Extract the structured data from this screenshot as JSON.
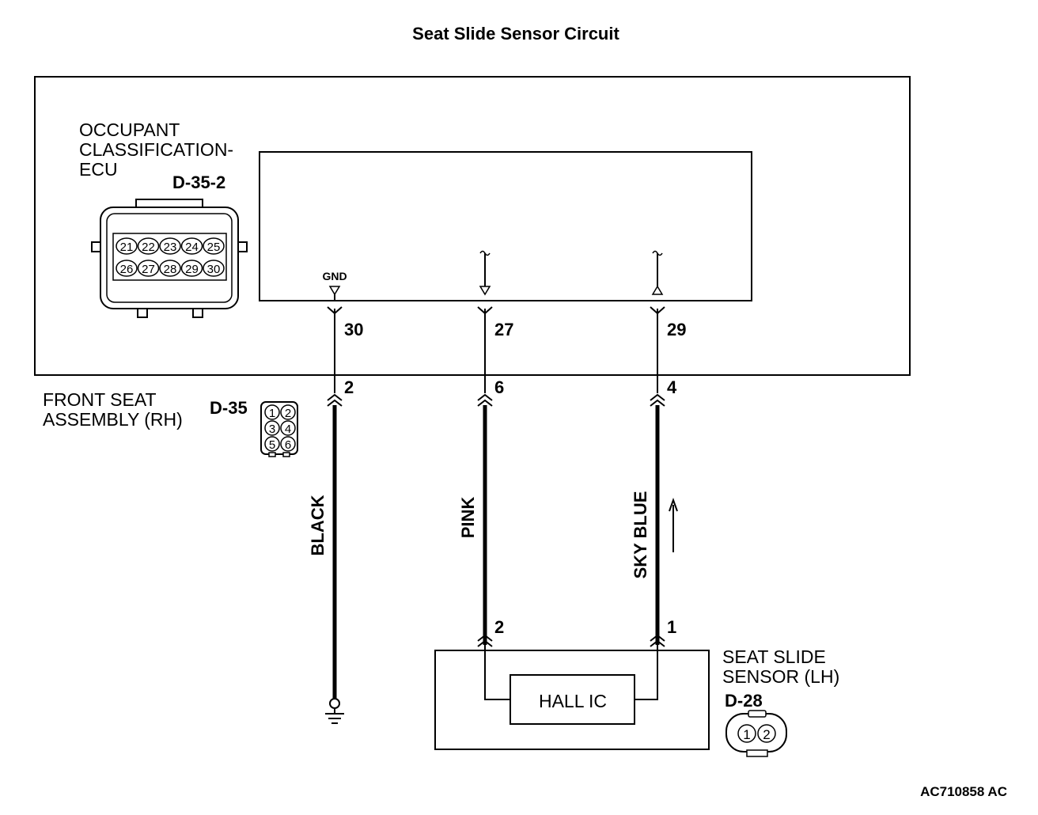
{
  "title": "Seat Slide Sensor Circuit",
  "ecu": {
    "name_lines": [
      "OCCUPANT",
      "CLASSIFICATION-",
      "ECU"
    ],
    "connector_id": "D-35-2",
    "connector_pins_top": [
      "21",
      "22",
      "23",
      "24",
      "25"
    ],
    "connector_pins_bottom": [
      "26",
      "27",
      "28",
      "29",
      "30"
    ],
    "gnd_label": "GND"
  },
  "front_seat": {
    "name_lines": [
      "FRONT SEAT",
      "ASSEMBLY (RH)"
    ],
    "connector_id": "D-35",
    "connector_pins": [
      [
        "1",
        "2"
      ],
      [
        "3",
        "4"
      ],
      [
        "5",
        "6"
      ]
    ]
  },
  "wires": [
    {
      "ecu_pin": "30",
      "seat_pin": "2",
      "color": "BLACK",
      "sensor_pin": ""
    },
    {
      "ecu_pin": "27",
      "seat_pin": "6",
      "color": "PINK",
      "sensor_pin": "2"
    },
    {
      "ecu_pin": "29",
      "seat_pin": "4",
      "color": "SKY BLUE",
      "sensor_pin": "1"
    }
  ],
  "sensor": {
    "name_lines": [
      "SEAT SLIDE",
      "SENSOR (LH)"
    ],
    "connector_id": "D-28",
    "connector_pins": [
      "1",
      "2"
    ],
    "inner_label": "HALL IC"
  },
  "figure_id": "AC710858 AC"
}
